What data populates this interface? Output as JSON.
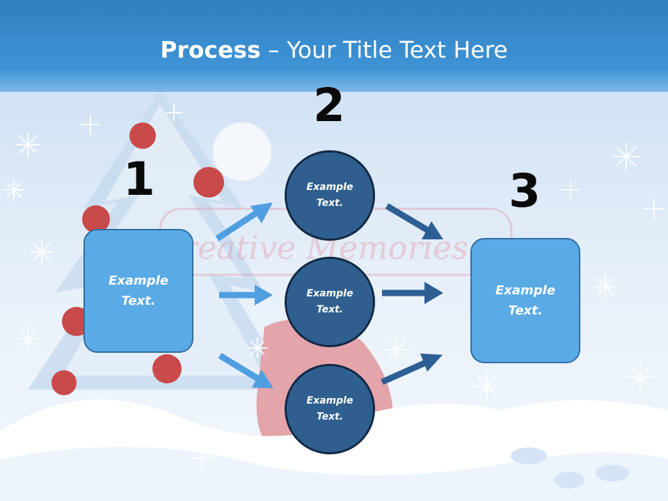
{
  "slide": {
    "title_bold": "Process",
    "title_rest": " – Your Title Text Here",
    "numbers": [
      "1",
      "2",
      "3"
    ],
    "box_left": {
      "line1": "Example",
      "line2": "Text."
    },
    "box_right": {
      "line1": "Example",
      "line2": "Text."
    },
    "circles": [
      {
        "line1": "Example",
        "line2": "Text."
      },
      {
        "line1": "Example",
        "line2": "Text."
      },
      {
        "line1": "Example",
        "line2": "Text."
      }
    ],
    "watermark": "Creative Memories"
  },
  "colors": {
    "title_bar": "#3f94d6",
    "box_fill": "#5aaae6",
    "box_border": "#2e6da4",
    "circle_fill": "#2f5f8f",
    "circle_border": "#112844",
    "arrow_light": "#4f9fe0",
    "arrow_dark": "#2e5f94"
  }
}
